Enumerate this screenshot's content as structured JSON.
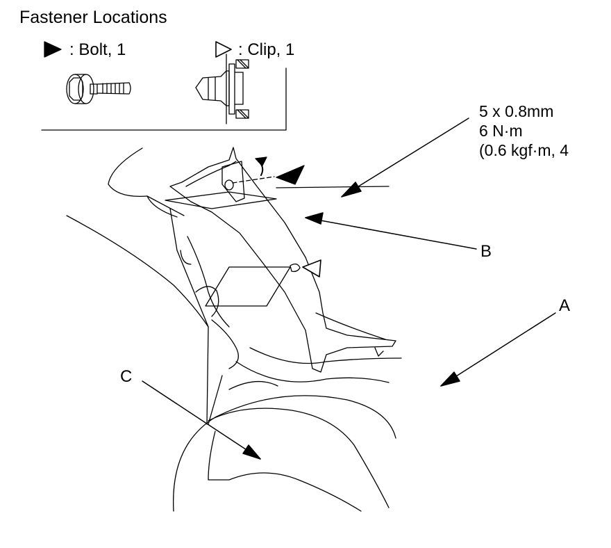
{
  "legend": {
    "title": "Fastener Locations",
    "bolt_label": ": Bolt, 1",
    "clip_label": ": Clip, 1",
    "bolt_icon": "filled-triangle-icon",
    "clip_icon": "outline-triangle-icon"
  },
  "torque_spec": {
    "line1": "5 x 0.8mm",
    "line2": "6 N·m",
    "line3": "(0.6 kgf·m, 4"
  },
  "callouts": {
    "a": "A",
    "b": "B",
    "c": "C"
  },
  "colors": {
    "ink": "#000000",
    "background": "#ffffff"
  }
}
